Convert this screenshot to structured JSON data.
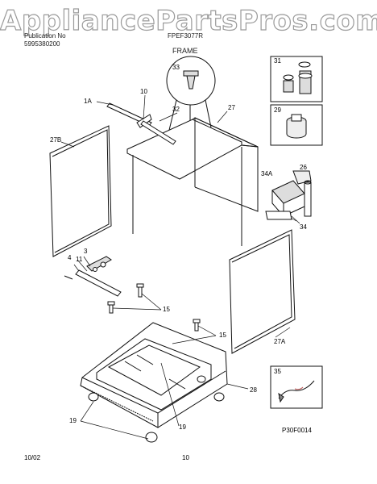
{
  "watermark": "AppliancePartsPros.com",
  "header": {
    "left_top": "Publication No",
    "left_num": "5995380200",
    "center_top": "FPEF3077R",
    "section_title": "FRAME"
  },
  "callouts": [
    "33",
    "10",
    "1A",
    "32",
    "27",
    "27B",
    "31",
    "29",
    "26",
    "34A",
    "34",
    "3",
    "11",
    "4",
    "15",
    "15",
    "27A",
    "28",
    "19",
    "19",
    "35"
  ],
  "figure_code": "P30F0014",
  "footer": {
    "date": "10/02",
    "page": "10"
  }
}
